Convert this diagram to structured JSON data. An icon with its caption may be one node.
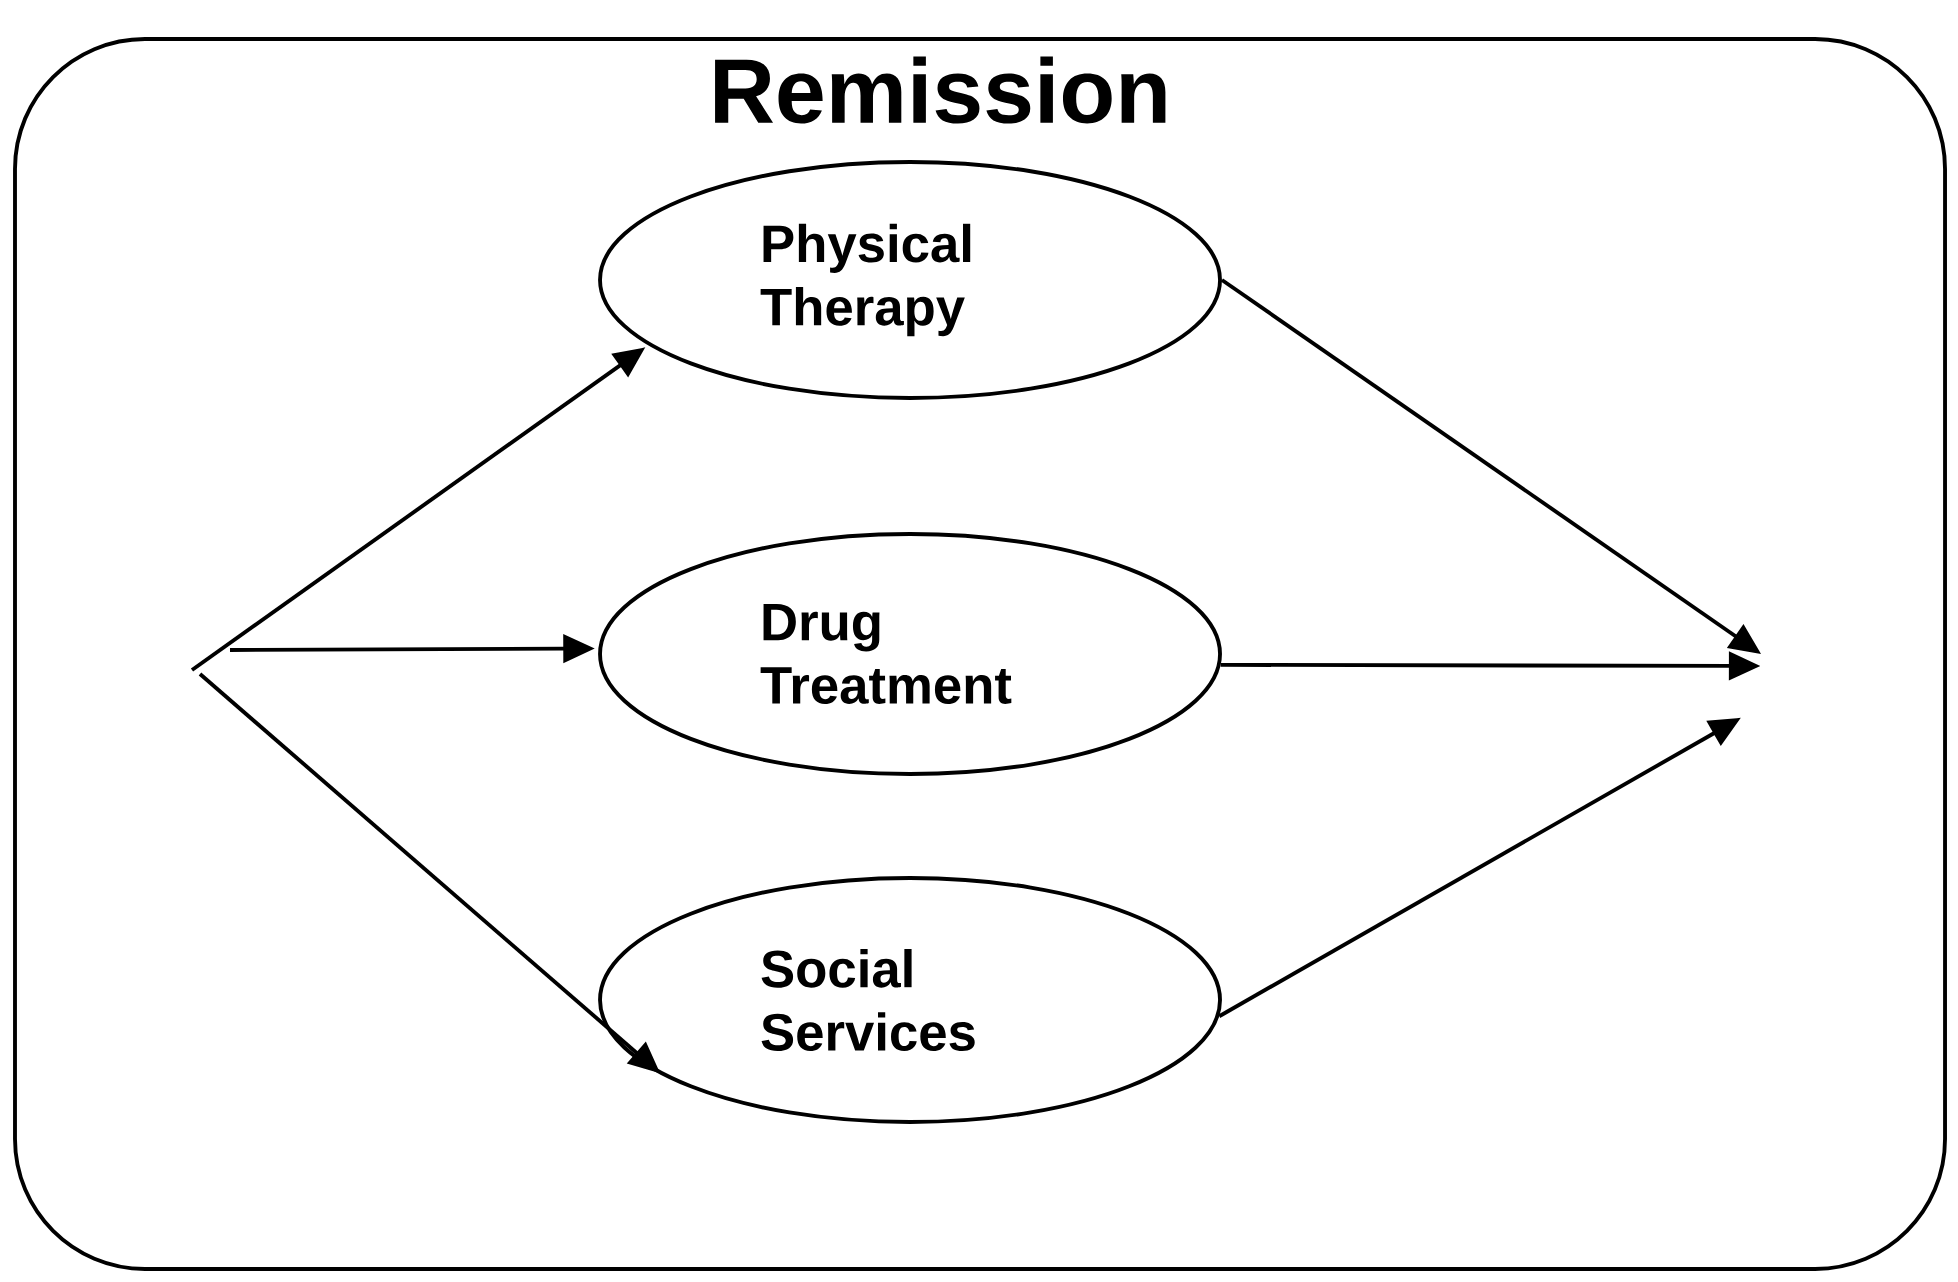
{
  "diagram": {
    "nodes": [
      {
        "text": [
          "Remission"
        ]
      },
      {
        "text": [
          "Physical Therapy"
        ],
        "in": 0
      },
      {
        "text": [
          "Drug Treatment"
        ],
        "in": 0
      },
      {
        "text": [
          "Social Services"
        ],
        "in": 0
      }
    ],
    "edges": [
      {
        "from": null,
        "to": 1,
        "arrow": "to"
      },
      {
        "from": null,
        "to": 2,
        "arrow": "to"
      },
      {
        "from": null,
        "to": 3,
        "arrow": "to"
      },
      {
        "from": 1,
        "to": null,
        "arrow": "to"
      },
      {
        "from": 2,
        "to": null,
        "arrow": "to"
      },
      {
        "from": 3,
        "to": null,
        "arrow": "to"
      }
    ]
  }
}
